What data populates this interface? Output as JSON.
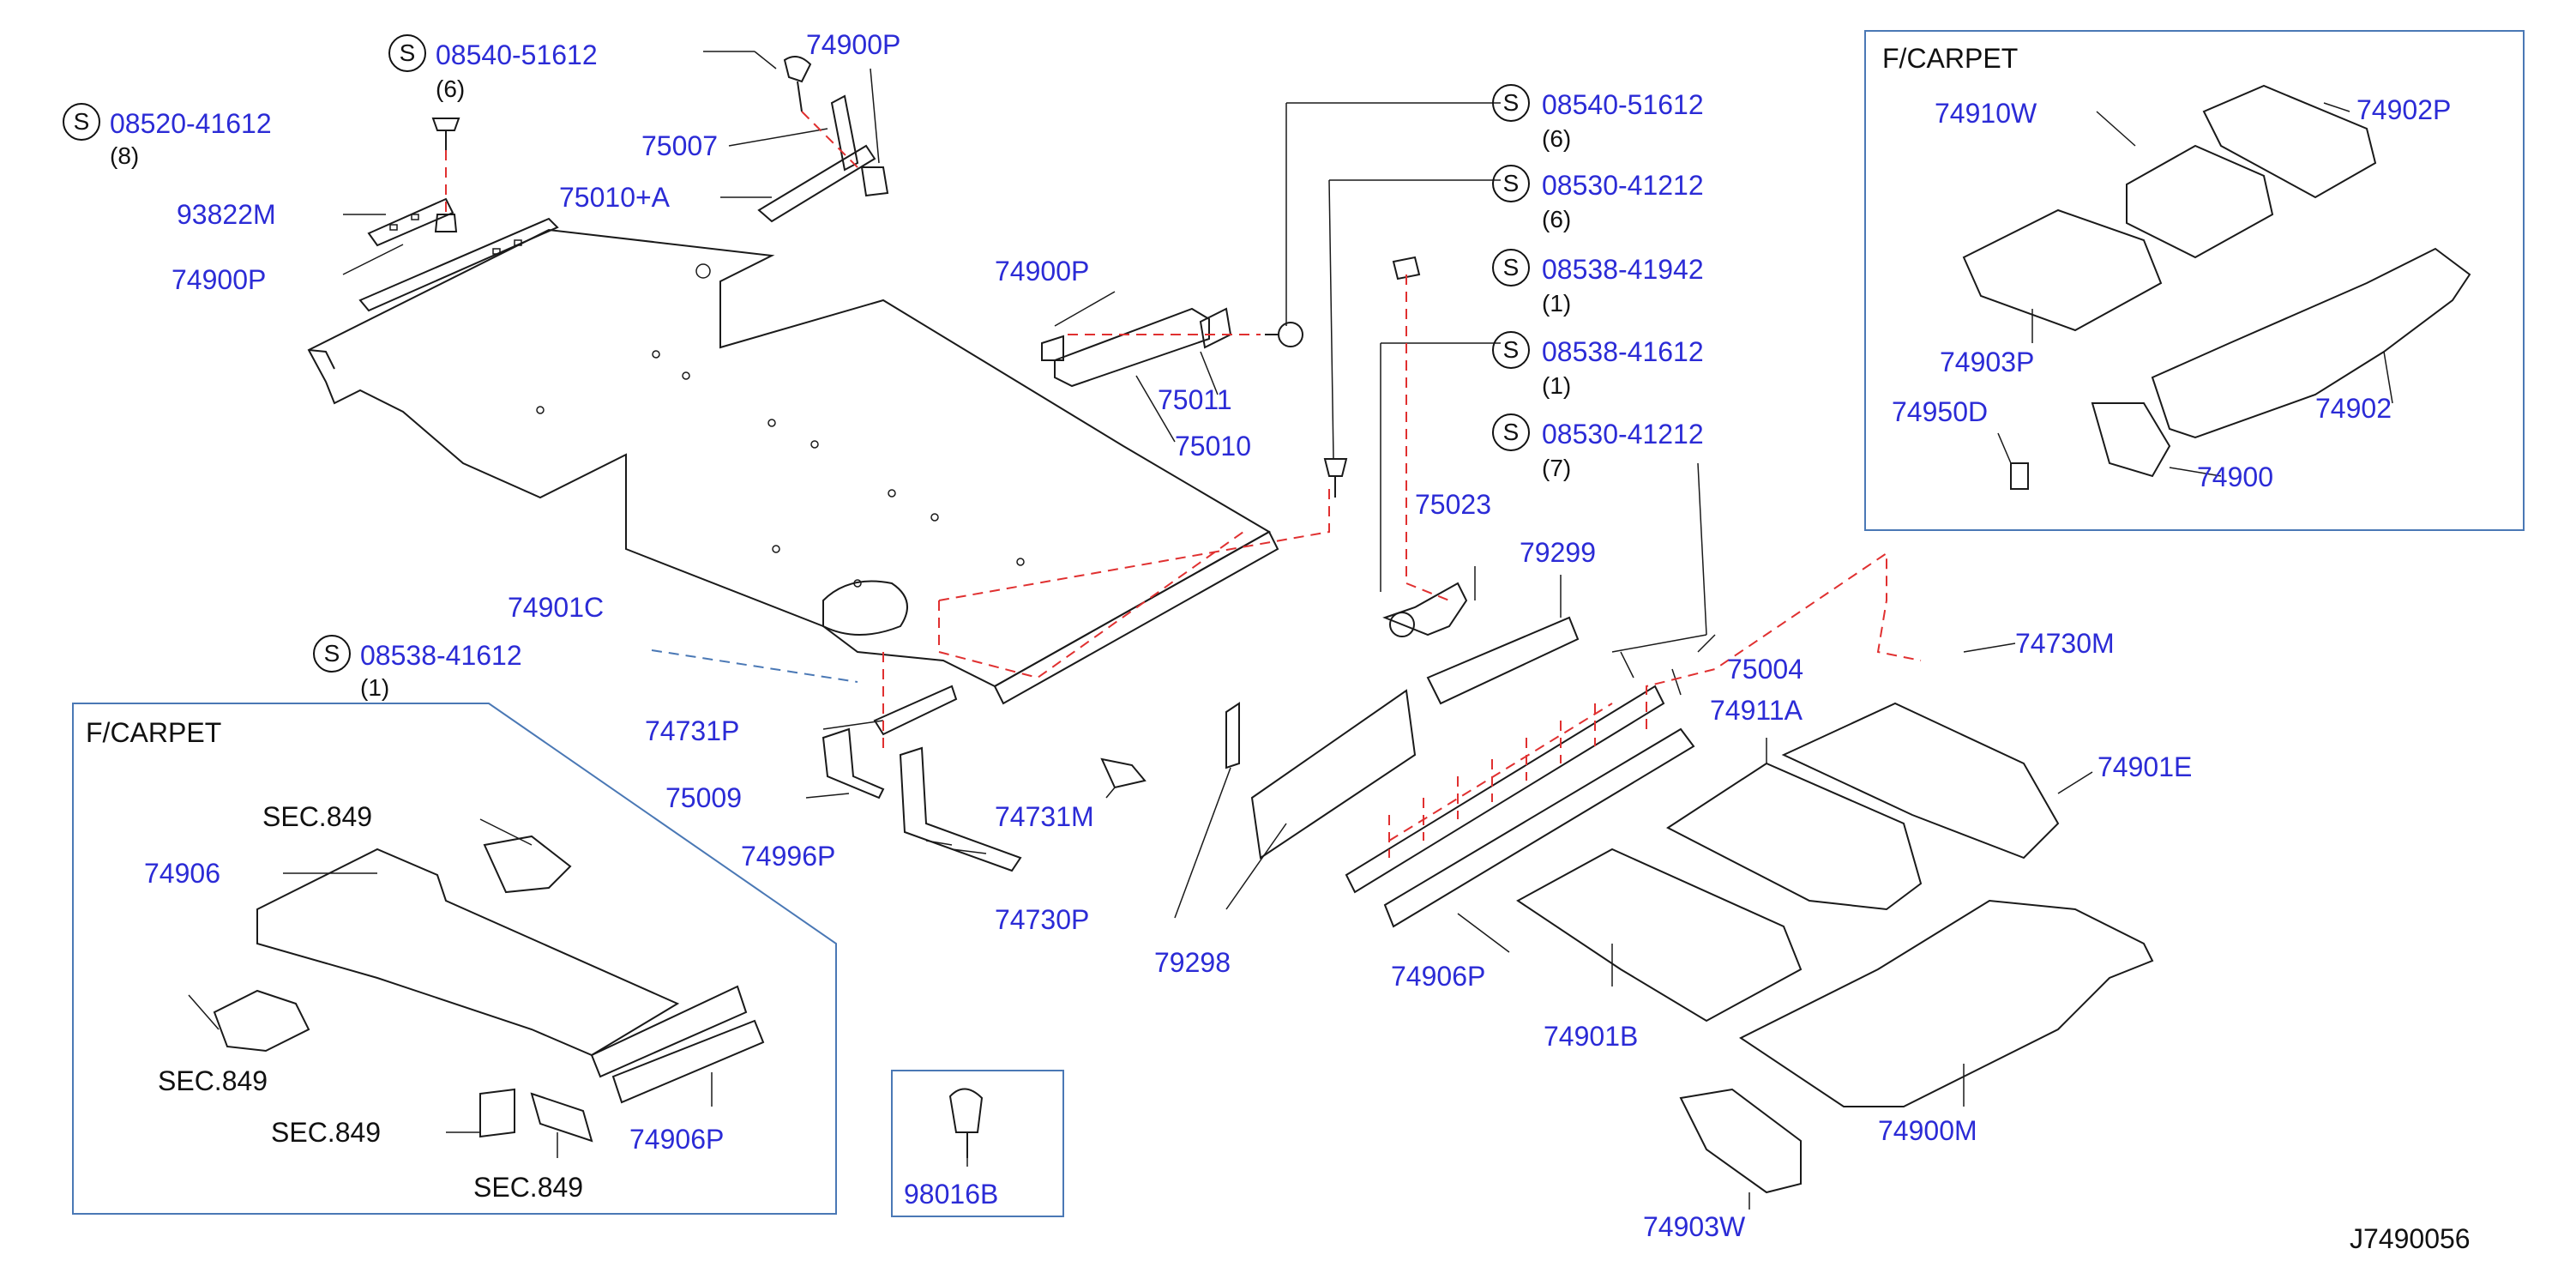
{
  "colors": {
    "part_number": "#2b2bd6",
    "ink": "#1a1a1a",
    "box_border": "#4a78b5",
    "dashed_leader": "#e03030"
  },
  "screw_symbol": "S",
  "screws": [
    {
      "part": "08540-51612",
      "qty": "(6)"
    },
    {
      "part": "08520-41612",
      "qty": "(8)"
    },
    {
      "part": "08540-51612",
      "qty": "(6)"
    },
    {
      "part": "08530-41212",
      "qty": "(6)"
    },
    {
      "part": "08538-41942",
      "qty": "(1)"
    },
    {
      "part": "08538-41612",
      "qty": "(1)"
    },
    {
      "part": "08530-41212",
      "qty": "(7)"
    },
    {
      "part": "08538-41612",
      "qty": "(1)"
    }
  ],
  "parts": {
    "p74900P_a": "74900P",
    "p75007": "75007",
    "p93822M": "93822M",
    "p75010A": "75010+A",
    "p74900P_b": "74900P",
    "p74900P_c": "74900P",
    "p75011": "75011",
    "p75010": "75010",
    "p74901C": "74901C",
    "p75023": "75023",
    "p79299": "79299",
    "p74731P": "74731P",
    "p75009": "75009",
    "p74731M": "74731M",
    "p74996P": "74996P",
    "p74730P": "74730P",
    "p79298": "79298",
    "p75004": "75004",
    "p74730M": "74730M",
    "p74911A": "74911A",
    "p74901E": "74901E",
    "p74906P_main": "74906P",
    "p74901B": "74901B",
    "p74900M": "74900M",
    "p74903W": "74903W",
    "p98016B": "98016B"
  },
  "box_right": {
    "title": "F/CARPET",
    "p74910W": "74910W",
    "p74902P": "74902P",
    "p74903P": "74903P",
    "p74902": "74902",
    "p74950D": "74950D",
    "p74900": "74900"
  },
  "box_left": {
    "title": "F/CARPET",
    "sec_1": "SEC.849",
    "p74906": "74906",
    "sec_2": "SEC.849",
    "sec_3": "SEC.849",
    "p74906P": "74906P",
    "sec_4": "SEC.849"
  },
  "diagram_code": "J7490056"
}
